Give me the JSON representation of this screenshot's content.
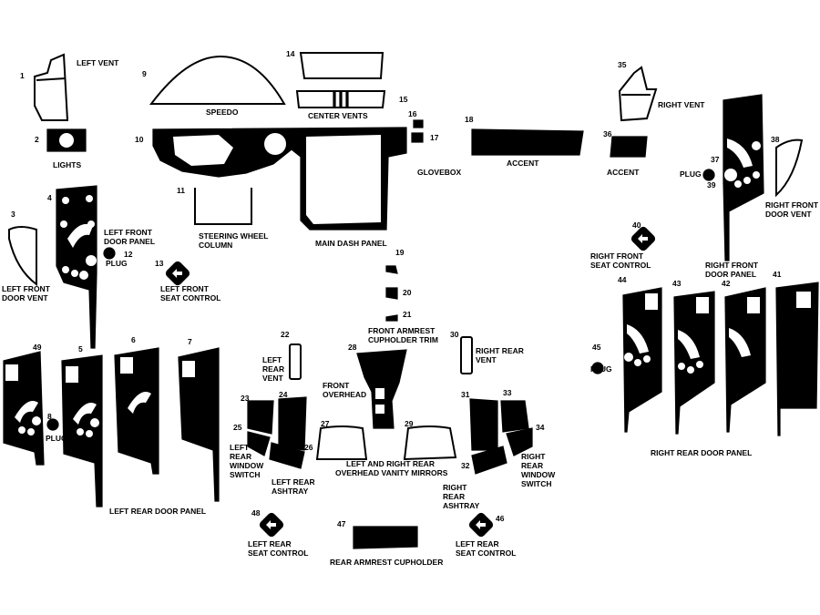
{
  "colors": {
    "ink": "#000000",
    "paper": "#ffffff"
  },
  "numbers": [
    "1",
    "2",
    "3",
    "4",
    "5",
    "6",
    "7",
    "8",
    "9",
    "10",
    "11",
    "12",
    "13",
    "14",
    "15",
    "16",
    "17",
    "18",
    "19",
    "20",
    "21",
    "22",
    "23",
    "24",
    "25",
    "26",
    "27",
    "28",
    "29",
    "30",
    "31",
    "32",
    "33",
    "34",
    "35",
    "36",
    "37",
    "38",
    "39",
    "40",
    "41",
    "42",
    "43",
    "44",
    "45",
    "46",
    "47",
    "48",
    "49"
  ],
  "labels": {
    "left_vent": "LEFT VENT",
    "lights": "LIGHTS",
    "left_front_door_vent": [
      "LEFT FRONT",
      "DOOR VENT"
    ],
    "left_front_door_panel": [
      "LEFT FRONT",
      "DOOR PANEL"
    ],
    "plug": "PLUG",
    "left_front_seat_control": [
      "LEFT FRONT",
      "SEAT CONTROL"
    ],
    "speedo": "SPEEDO",
    "center_vents": "CENTER VENTS",
    "glovebox": "GLOVEBOX",
    "steering_wheel_column": [
      "STEERING WHEEL",
      "COLUMN"
    ],
    "main_dash_panel": "MAIN DASH PANEL",
    "accent": "ACCENT",
    "right_vent": "RIGHT VENT",
    "right_front_door_vent": [
      "RIGHT FRONT",
      "DOOR VENT"
    ],
    "right_front_seat_control": [
      "RIGHT FRONT",
      "SEAT CONTROL"
    ],
    "right_front_door_panel": [
      "RIGHT FRONT",
      "DOOR PANEL"
    ],
    "front_armrest_cupholder_trim": [
      "FRONT ARMREST",
      "CUPHOLDER TRIM"
    ],
    "left_rear_vent": [
      "LEFT",
      "REAR",
      "VENT"
    ],
    "right_rear_vent": [
      "RIGHT REAR",
      "VENT"
    ],
    "front_overhead": [
      "FRONT",
      "OVERHEAD"
    ],
    "left_rear_window_switch": [
      "LEFT",
      "REAR",
      "WINDOW",
      "SWITCH"
    ],
    "left_rear_ashtray": [
      "LEFT REAR",
      "ASHTRAY"
    ],
    "overhead_vanity_mirrors": [
      "LEFT AND RIGHT REAR",
      "OVERHEAD VANITY MIRRORS"
    ],
    "right_rear_window_switch": [
      "RIGHT",
      "REAR",
      "WINDOW",
      "SWITCH"
    ],
    "right_rear_ashtray": [
      "RIGHT",
      "REAR",
      "ASHTRAY"
    ],
    "left_rear_door_panel": "LEFT REAR DOOR PANEL",
    "right_rear_door_panel": "RIGHT REAR DOOR PANEL",
    "left_rear_seat_control": [
      "LEFT REAR",
      "SEAT CONTROL"
    ],
    "rear_armrest_cupholder": "REAR ARMREST CUPHOLDER"
  }
}
